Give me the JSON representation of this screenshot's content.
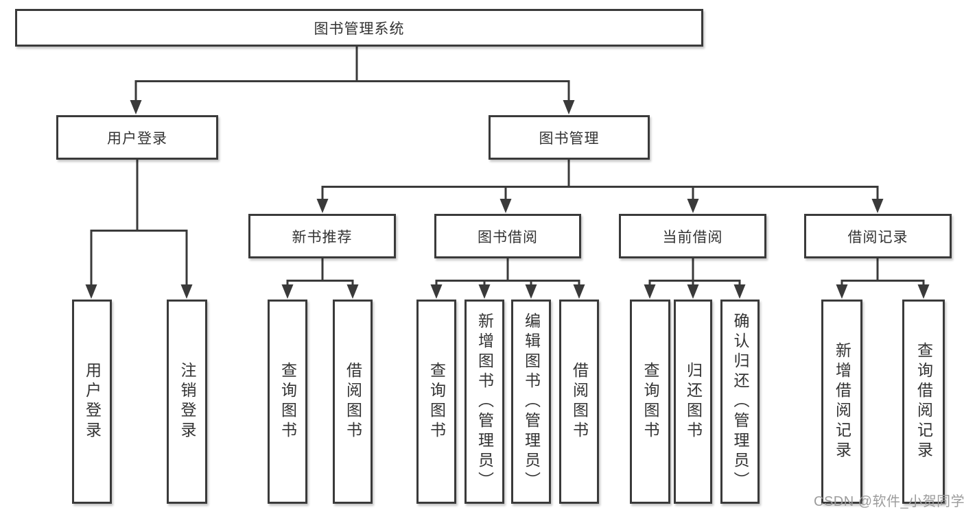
{
  "nodes": {
    "root": "图书管理系统",
    "user_login": "用户登录",
    "book_mgmt": "图书管理",
    "new_books": "新书推荐",
    "book_borrow": "图书借阅",
    "current_borrow": "当前借阅",
    "borrow_records": "借阅记录",
    "leaf_user_login": "用户登录",
    "leaf_logout": "注销登录",
    "leaf_nb_query": "查询图书",
    "leaf_nb_borrow": "借阅图书",
    "leaf_bb_query": "查询图书",
    "leaf_bb_add": "新增图书（管理员）",
    "leaf_bb_edit": "编辑图书（管理员）",
    "leaf_bb_borrow": "借阅图书",
    "leaf_cb_query": "查询图书",
    "leaf_cb_return": "归还图书",
    "leaf_cb_confirm": "确认归还（管理员）",
    "leaf_br_add": "新增借阅记录",
    "leaf_br_query": "查询借阅记录"
  },
  "watermark": "CSDN @软件_小贺同学",
  "colors": {
    "line": "#3a3a3a",
    "text": "#333333",
    "watermark": "#9c9c9c",
    "background": "#ffffff"
  }
}
